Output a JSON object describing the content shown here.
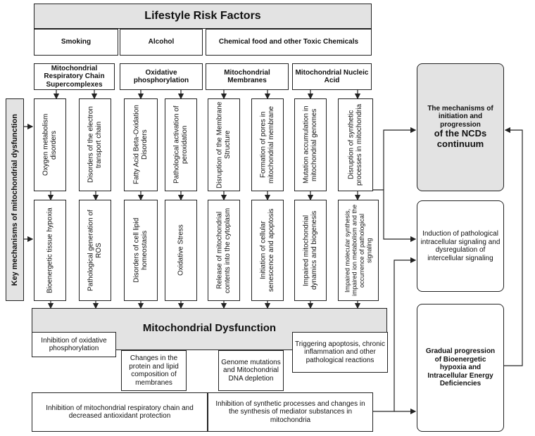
{
  "header": {
    "title": "Lifestyle Risk Factors"
  },
  "risk_factors": [
    "Smoking",
    "Alcohol",
    "Chemical food and other Toxic Chemicals"
  ],
  "categories": [
    "Mitochondrial Respiratory Chain Supercomplexes",
    "Oxidative phosphorylation",
    "Mitochondrial Membranes",
    "Mitochondrial Nucleic Acid"
  ],
  "side_label": "Key mechanisms of mitochondrial dysfunction",
  "upper_mechanisms": [
    "Oxygen metabolism disorders",
    "Disorders of the electron transport chain",
    "Fatty Acid Beta-Oxidation Disorders",
    "Pathological activation of peroxidation",
    "Disruption of the Membrane Structure",
    "Formation of pores in mitochondrial membrane",
    "Mutation accumulation in mitochondrial genomes",
    "Disruption of synthetic processes in mitochondria"
  ],
  "lower_mechanisms": [
    "Bioenergetic tissue hypoxia",
    "Pathological generation of ROS",
    "Disorders of cell lipid homeostasis",
    "Oxidative Stress",
    "Release of mitochondrial contents into the cytoplasm",
    "Initiation of cellular senescence and apoptosis",
    "Impaired mitochondrial dynamics and biogenesis",
    "Impaired molecular synthesis, impaired ion metabolism and the occurrence of pathological signaling"
  ],
  "dysfunction": {
    "title": "Mitochondrial Dysfunction",
    "effects": [
      "Inhibition of oxidative phosphorylation",
      "Changes in the protein and lipid composition of membranes",
      "Genome mutations and Mitochondrial DNA depletion",
      "Triggering apoptosis, chronic inflammation and other pathological reactions",
      "Inhibition of mitochondrial respiratory chain and decreased antioxidant protection",
      "Inhibition of synthetic processes and changes in the synthesis of mediator substances in mitochondria"
    ]
  },
  "right_panel": {
    "ncd_title_prefix": "The mechanisms of initiation and progression",
    "ncd_title_suffix": "of the NCDs continuum",
    "signaling": "Induction of pathological intracellular signaling and dysregulation of intercellular signaling",
    "progression": "Gradual progression of Bioenergetic hypoxia and Intracellular Energy Deficiencies"
  }
}
